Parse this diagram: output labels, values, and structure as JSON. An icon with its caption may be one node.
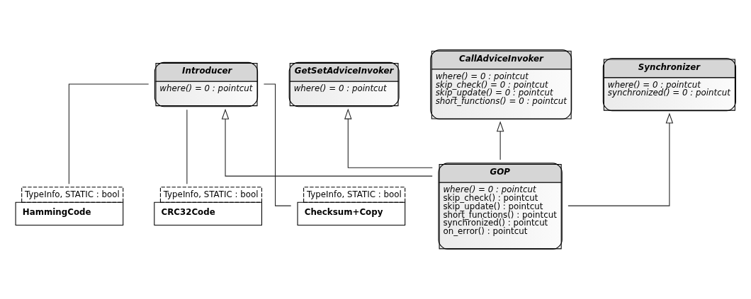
{
  "diagram": {
    "nodes": [
      {
        "text": [
          "Introducer",
          "where() = 0 : pointcut"
        ]
      },
      {
        "text": [
          "GetSetAdviceInvoker",
          "where() = 0 : pointcut"
        ]
      },
      {
        "text": [
          "CallAdviceInvoker",
          "where() = 0 : pointcut",
          "skip_check() = 0 : pointcut",
          "skip_update() = 0 : pointcut",
          "short_functions() = 0 : pointcut"
        ]
      },
      {
        "text": [
          "Synchronizer",
          "where() = 0 : pointcut",
          "synchronized() = 0 : pointcut"
        ]
      },
      {
        "text": [
          "GOP",
          "where() = 0 : pointcut",
          "skip_check() : pointcut",
          "skip_update() : pointcut",
          "short_functions() : pointcut",
          "synchronized() : pointcut",
          "on_error() : pointcut"
        ]
      },
      {
        "text": [
          "HammingCode"
        ],
        "beside": [
          "TypeInfo, STATIC : bool"
        ]
      },
      {
        "text": [
          "CRC32Code"
        ],
        "beside": [
          "TypeInfo, STATIC : bool"
        ]
      },
      {
        "text": [
          "Checksum+Copy"
        ],
        "beside": [
          "TypeInfo, STATIC : bool"
        ]
      }
    ],
    "edges": [
      {
        "from": 4,
        "to": 0,
        "arrow": "to"
      },
      {
        "from": 4,
        "to": 1,
        "arrow": "to"
      },
      {
        "from": 4,
        "to": 2,
        "arrow": "to"
      },
      {
        "from": 4,
        "to": 3,
        "arrow": "to"
      },
      {
        "from": 0,
        "to": 5,
        "arrow": "none"
      },
      {
        "from": 0,
        "to": 6,
        "arrow": "none"
      },
      {
        "from": 0,
        "to": 7,
        "arrow": "none"
      }
    ]
  }
}
